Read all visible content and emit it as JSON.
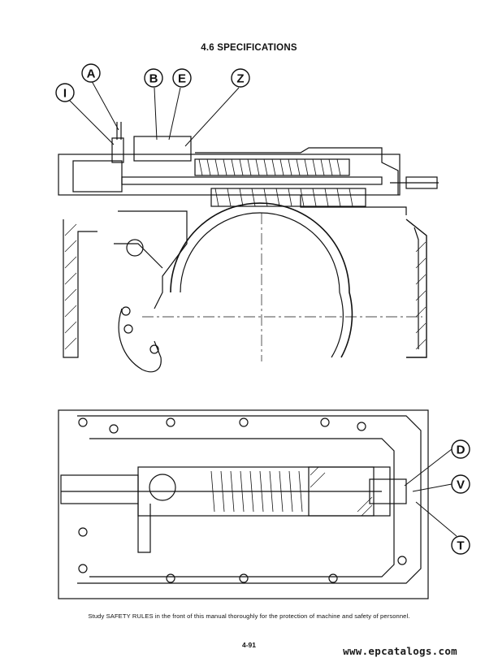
{
  "header": {
    "title": "4.6 SPECIFICATIONS"
  },
  "callouts": {
    "top": [
      "I",
      "A",
      "B",
      "E",
      "Z"
    ],
    "bottom": [
      "D",
      "V",
      "T"
    ]
  },
  "footer": {
    "note": "Study SAFETY RULES in the front of this manual thoroughly for the protection of machine and safety of personnel.",
    "page_number": "4-91"
  },
  "watermark": "www.epcatalogs.com",
  "colors": {
    "ink": "#111111",
    "paper": "#ffffff"
  }
}
